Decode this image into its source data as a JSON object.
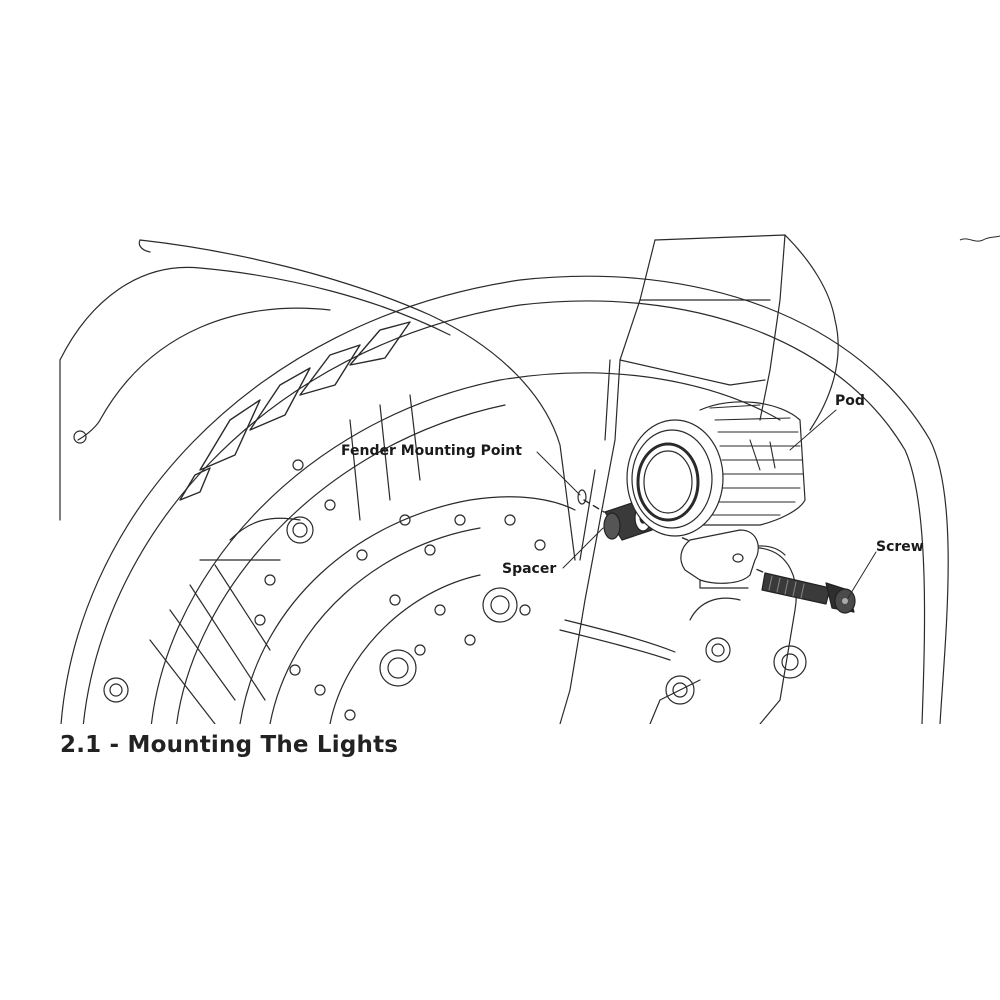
{
  "labels": {
    "pod": "Pod",
    "fender_mounting_point": "Fender Mounting Point",
    "spacer": "Spacer",
    "screw": "Screw"
  },
  "caption": "2.1 - Mounting The Lights",
  "colors": {
    "line": "#2a2a2a",
    "dark_part": "#3a3a3a",
    "background": "#ffffff"
  }
}
